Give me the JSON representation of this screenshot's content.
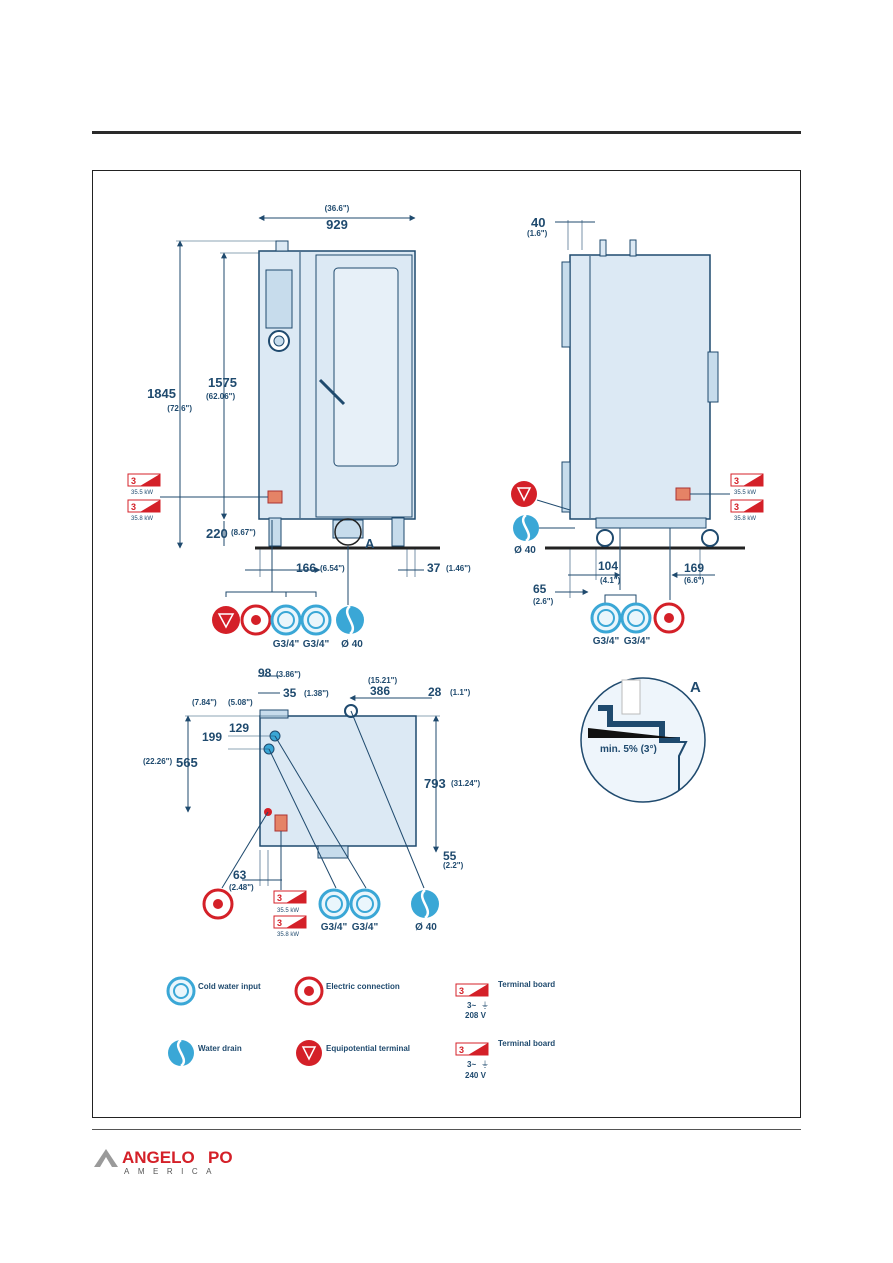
{
  "front": {
    "width": "929",
    "width_in": "(36.6\")",
    "height_total": "1845",
    "height_total_in": "(72.6\")",
    "height_body": "1575",
    "height_body_in": "(62.06\")",
    "foot": "220",
    "foot_in": "(8.67\")",
    "off_166": "166",
    "off_166_in": "(6.54\")",
    "off_37": "37",
    "off_37_in": "(1.46\")",
    "detail_letter": "A",
    "conn_g1": "G3/4\"",
    "conn_g2": "G3/4\"",
    "conn_drain": "Ø 40",
    "tb_a": "35.5 kW",
    "tb_b": "35.8 kW",
    "tb_num": "3"
  },
  "side": {
    "top": "40",
    "top_in": "(1.6\")",
    "d104": "104",
    "d104_in": "(4.1\")",
    "d65": "65",
    "d65_in": "(2.6\")",
    "d169": "169",
    "d169_in": "(6.6\")",
    "drain": "Ø 40",
    "conn_g1": "G3/4\"",
    "conn_g2": "G3/4\"",
    "tb_a": "35.5 kW",
    "tb_b": "35.8 kW",
    "tb_num": "3"
  },
  "top": {
    "d98": "98",
    "d98_in": "(3.86\")",
    "d35": "35",
    "d35_in": "(1.38\")",
    "in784": "(7.84\")",
    "in508": "(5.08\")",
    "d386": "386",
    "d386_in": "(15.21\")",
    "d28": "28",
    "d28_in": "(1.1\")",
    "d129": "129",
    "d199": "199",
    "d565": "565",
    "d565_in": "(22.26\")",
    "d793": "793",
    "d793_in": "(31.24\")",
    "d55": "55",
    "d55_in": "(2.2\")",
    "d63": "63",
    "d63_in": "(2.48\")",
    "conn_g1": "G3/4\"",
    "conn_g2": "G3/4\"",
    "conn_drain": "Ø 40",
    "tb_a": "35.5 kW",
    "tb_b": "35.8 kW",
    "tb_num": "3"
  },
  "detail": {
    "letter": "A",
    "slope": "min. 5% (3°)"
  },
  "legend": {
    "cold_water": "Cold water input",
    "electric": "Electric connection",
    "terminal1": "Terminal board",
    "t1_phase": "3~",
    "t1_volt": "208 V",
    "drain": "Water drain",
    "equipotential": "Equipotential terminal",
    "terminal2": "Terminal board",
    "t2_phase": "3~",
    "t2_volt": "240 V",
    "tb_num": "3"
  },
  "brand": {
    "name_a": "ANGELO",
    "name_b": "PO",
    "sub": "AMERICA"
  },
  "colors": {
    "ink": "#1f4a6e",
    "body": "#dce9f4",
    "red": "#d42028",
    "cyan": "#3aa7d6"
  }
}
